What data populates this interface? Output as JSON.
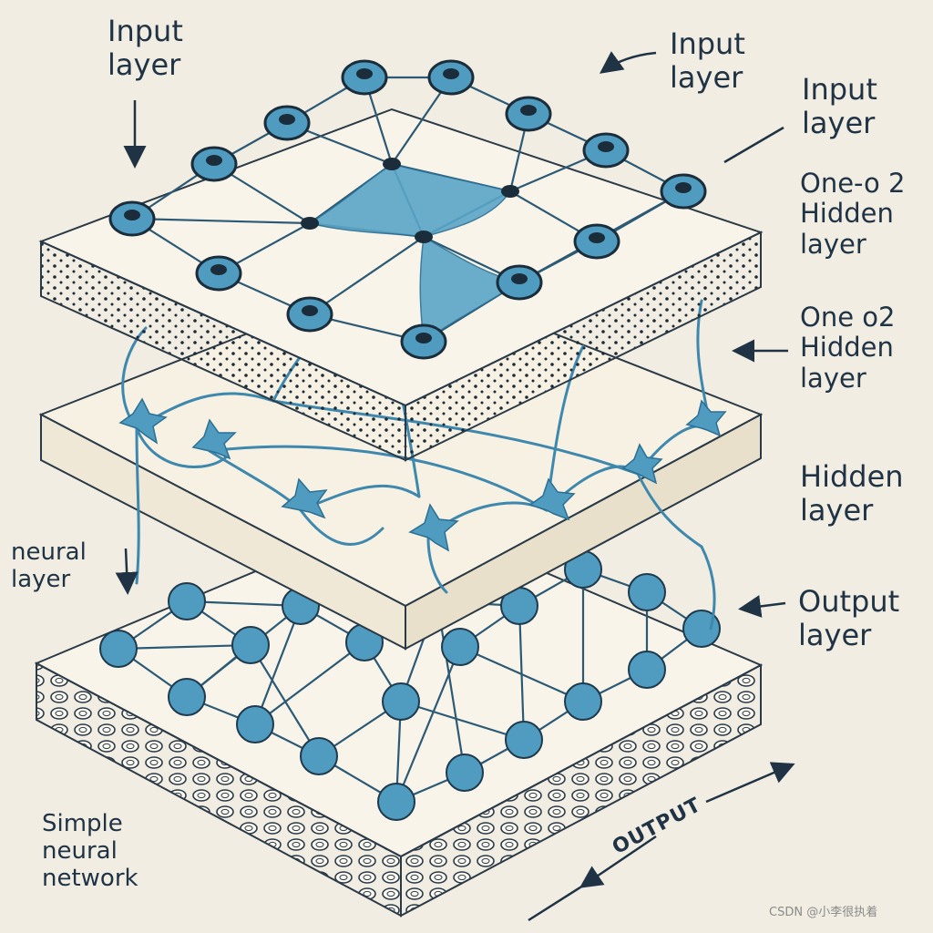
{
  "labels": {
    "input_left": "Input\nlayer",
    "input_top_right": "Input\nlayer",
    "input_right": "Input\nlayer",
    "hidden_a": "One-o 2\nHidden\nlayer",
    "hidden_b": "One o2\nHidden\nlayer",
    "hidden_c": "Hidden\nlayer",
    "output_layer": "Output\nlayer",
    "neural_layer": "neural\nlayer",
    "caption": "Simple\nneural\nnetwork",
    "output_arrow": "OUTPUT",
    "watermark": "CSDN @小李很执着"
  },
  "colors": {
    "background": "#f1ede2",
    "neuron_blue": "#4f9cc0",
    "neuron_dark": "#1f3a4d",
    "slab_face": "#f6f1e3",
    "ink": "#1f3345"
  }
}
